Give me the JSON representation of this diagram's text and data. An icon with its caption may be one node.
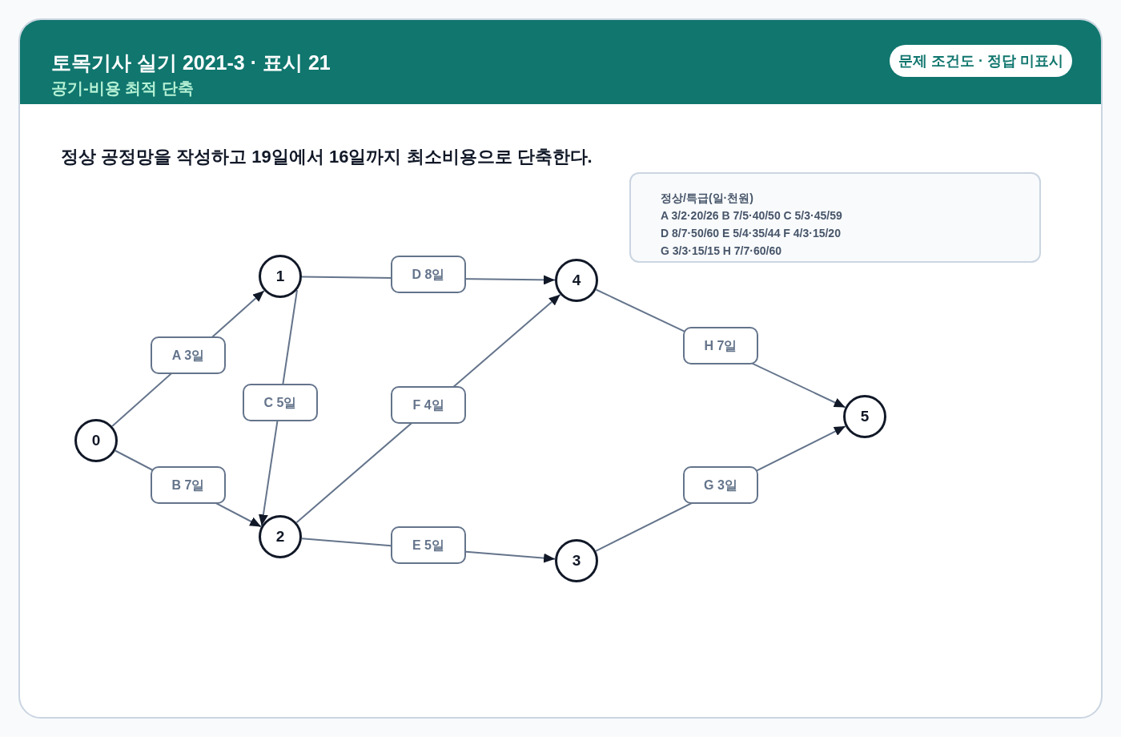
{
  "diagram": {
    "title": "토목기사 실기 2021-3 · 표시 21",
    "nodes": [
      {
        "text": [
          "정상/특급(일·천원)",
          "A 3/2·20/26 B 7/5·40/50 C 5/3·45/59",
          "D 8/7·50/60 E 5/4·35/44 F 4/3·15/20",
          "G 3/3·15/15 H 7/7·60/60"
        ]
      },
      {
        "text": [
          "0"
        ]
      },
      {
        "text": [
          "1"
        ]
      },
      {
        "text": [
          "2"
        ]
      },
      {
        "text": [
          "3"
        ]
      },
      {
        "text": [
          "4"
        ]
      },
      {
        "text": [
          "5"
        ]
      }
    ],
    "edges": [
      {
        "from": 1,
        "to": 2,
        "arrow": "to",
        "label": "A 3일"
      },
      {
        "from": 1,
        "to": 3,
        "arrow": "to",
        "label": "B 7일"
      },
      {
        "from": 2,
        "to": 3,
        "arrow": "to",
        "label": "C 5일"
      },
      {
        "from": 2,
        "to": 5,
        "arrow": "to",
        "label": "D 8일"
      },
      {
        "from": 3,
        "to": 4,
        "arrow": "to",
        "label": "E 5일"
      },
      {
        "from": 3,
        "to": 5,
        "arrow": "to",
        "label": "F 4일"
      },
      {
        "from": 4,
        "to": 6,
        "arrow": "to",
        "label": "G 3일"
      },
      {
        "from": 5,
        "to": 6,
        "arrow": "to",
        "label": "H 7일"
      }
    ],
    "labels": [
      "공기-비용 최적 단축",
      "문제 조건도 · 정답 미표시",
      "정상 공정망을 작성하고 19일에서 16일까지 최소비용으로 단축한다."
    ]
  }
}
